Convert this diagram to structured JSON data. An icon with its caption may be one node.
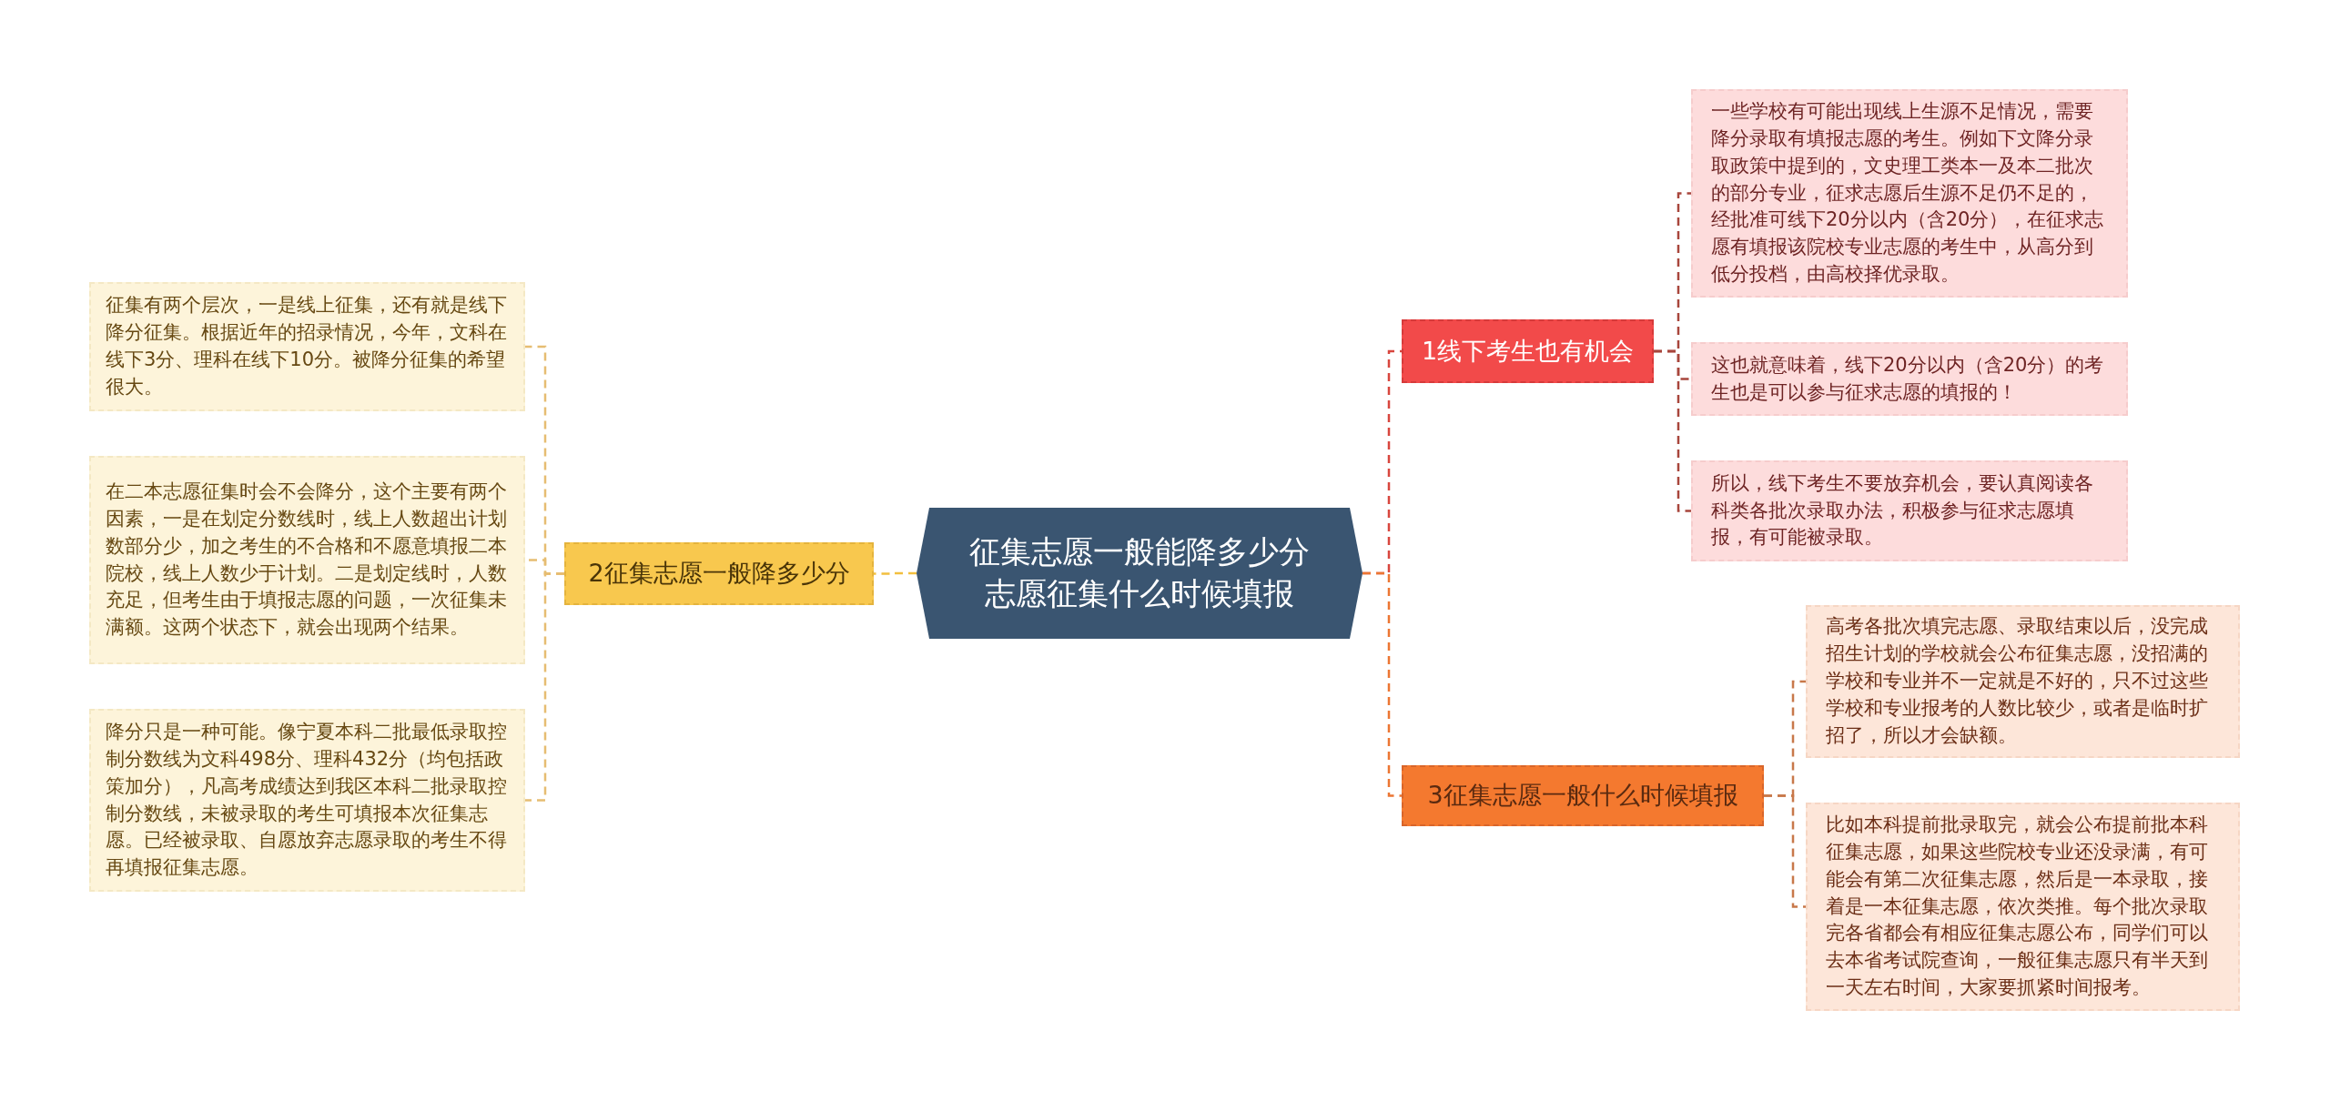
{
  "diagram": {
    "nodes": [
      {
        "text": [
          "征集志愿一般能降多少分志愿征集什么时候填报"
        ]
      },
      {
        "text": [
          "1线下考生也有机会"
        ]
      },
      {
        "text": [
          "一些学校有可能出现线上生源不足情况，需要降分录取有填报志愿的考生。例如下文降分录取政策中提到的，文史理工类本一及本二批次的部分专业，征求志愿后生源不足仍不足的，经批准可线下20分以内（含20分），在征求志愿有填报该院校专业志愿的考生中，从高分到低分投档，由高校择优录取。"
        ]
      },
      {
        "text": [
          "这也就意味着，线下20分以内（含20分）的考生也是可以参与征求志愿的填报的！"
        ]
      },
      {
        "text": [
          "所以，线下考生不要放弃机会，要认真阅读各科类各批次录取办法，积极参与征求志愿填报，有可能被录取。"
        ]
      },
      {
        "text": [
          "3征集志愿一般什么时候填报"
        ]
      },
      {
        "text": [
          "高考各批次填完志愿、录取结束以后，没完成招生计划的学校就会公布征集志愿，没招满的学校和专业并不一定就是不好的，只不过这些学校和专业报考的人数比较少，或者是临时扩招了，所以才会缺额。"
        ]
      },
      {
        "text": [
          "比如本科提前批录取完，就会公布提前批本科征集志愿，如果这些院校专业还没录满，有可能会有第二次征集志愿，然后是一本录取，接着是一本征集志愿，依次类推。每个批次录取完各省都会有相应征集志愿公布，同学们可以去本省考试院查询，一般征集志愿只有半天到一天左右时间，大家要抓紧时间报考。"
        ]
      },
      {
        "text": [
          "2征集志愿一般降多少分"
        ]
      },
      {
        "text": [
          "征集有两个层次，一是线上征集，还有就是线下降分征集。根据近年的招录情况，今年，文科在线下3分、理科在线下10分。被降分征集的希望很大。"
        ]
      },
      {
        "text": [
          "在二本志愿征集时会不会降分，这个主要有两个因素，一是在划定分数线时，线上人数超出计划数部分少，加之考生的不合格和不愿意填报二本院校，线上人数少于计划。二是划定线时，人数充足，但考生由于填报志愿的问题，一次征集未满额。这两个状态下，就会出现两个结果。"
        ]
      },
      {
        "text": [
          "降分只是一种可能。像宁夏本科二批最低录取控制分数线为文科498分、理科432分（均包括政策加分），凡高考成绩达到我区本科二批录取控制分数线，未被录取的考生可填报本次征集志愿。已经被录取、自愿放弃志愿录取的考生不得再填报征集志愿。"
        ]
      }
    ],
    "edges": [
      {
        "from": 0,
        "to": 1,
        "arrow": "none",
        "style": "dashed",
        "color": "#d8463e"
      },
      {
        "from": 1,
        "to": 2,
        "arrow": "none",
        "style": "dashed",
        "color": "#a8463c"
      },
      {
        "from": 1,
        "to": 3,
        "arrow": "none",
        "style": "dashed",
        "color": "#a8463c"
      },
      {
        "from": 1,
        "to": 4,
        "arrow": "none",
        "style": "dashed",
        "color": "#a8463c"
      },
      {
        "from": 0,
        "to": 5,
        "arrow": "none",
        "style": "dashed",
        "color": "#ec7633"
      },
      {
        "from": 5,
        "to": 6,
        "arrow": "none",
        "style": "dashed",
        "color": "#c8784a"
      },
      {
        "from": 5,
        "to": 7,
        "arrow": "none",
        "style": "dashed",
        "color": "#c8784a"
      },
      {
        "from": 0,
        "to": 8,
        "arrow": "none",
        "style": "dashed",
        "color": "#f2bf3f"
      },
      {
        "from": 8,
        "to": 9,
        "arrow": "none",
        "style": "dashed",
        "color": "#e6bd72"
      },
      {
        "from": 8,
        "to": 10,
        "arrow": "none",
        "style": "dashed",
        "color": "#e6bd72"
      },
      {
        "from": 8,
        "to": 11,
        "arrow": "none",
        "style": "dashed",
        "color": "#e6bd72"
      }
    ]
  }
}
